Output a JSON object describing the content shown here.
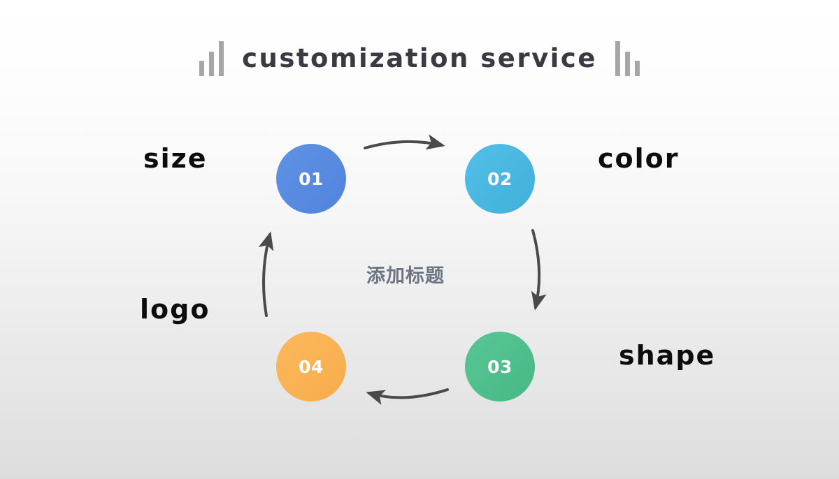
{
  "slide": {
    "title": "customization service",
    "center_title": "添加标题",
    "background_top_color": "#ffffff",
    "background_bottom_color": "#dddddd",
    "title_color": "#3a3a42",
    "center_title_color": "#6d7582",
    "label_color": "#0c0c0c",
    "arrow_color": "#4a4a4a",
    "decoration_color": "#a6a6a6"
  },
  "decorations": {
    "left": {
      "icon": "bar-chart-ascending-icon",
      "bars": [
        22,
        35,
        50
      ]
    },
    "right": {
      "icon": "bar-chart-descending-icon",
      "bars": [
        50,
        35,
        22
      ]
    }
  },
  "cycle": {
    "direction": "clockwise",
    "nodes": [
      {
        "number": "01",
        "label": "size",
        "color": "#5183dc",
        "position": "top-left"
      },
      {
        "number": "02",
        "label": "color",
        "color": "#41b0db",
        "position": "top-right"
      },
      {
        "number": "03",
        "label": "shape",
        "color": "#46b884",
        "position": "bottom-right"
      },
      {
        "number": "04",
        "label": "logo",
        "color": "#f7ac4a",
        "position": "bottom-left"
      }
    ],
    "arrows": [
      {
        "name": "arrow-01-to-02",
        "from": "01",
        "to": "02",
        "direction": "right"
      },
      {
        "name": "arrow-02-to-03",
        "from": "02",
        "to": "03",
        "direction": "down"
      },
      {
        "name": "arrow-03-to-04",
        "from": "03",
        "to": "04",
        "direction": "left"
      },
      {
        "name": "arrow-04-to-01",
        "from": "04",
        "to": "01",
        "direction": "up"
      }
    ]
  }
}
